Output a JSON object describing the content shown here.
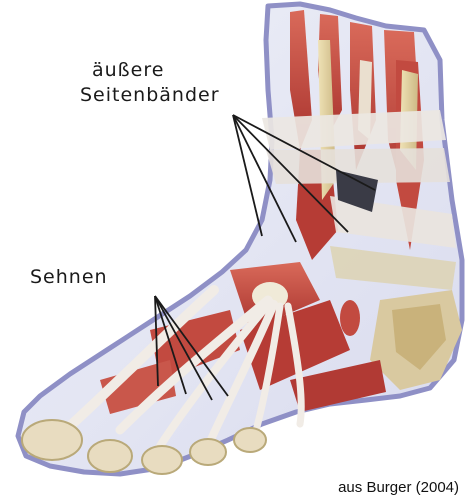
{
  "labels": {
    "outer_ligaments_line1": "äußere",
    "outer_ligaments_line2": "Seitenbänder",
    "tendons": "Sehnen"
  },
  "credit": "aus Burger (2004)",
  "colors": {
    "background": "#ffffff",
    "skin_outline": "#8f90c6",
    "muscle": "#c0453e",
    "tendon": "#e9e3dc",
    "bone": "#e5d6a6",
    "leader_line": "#1a1a1a"
  }
}
